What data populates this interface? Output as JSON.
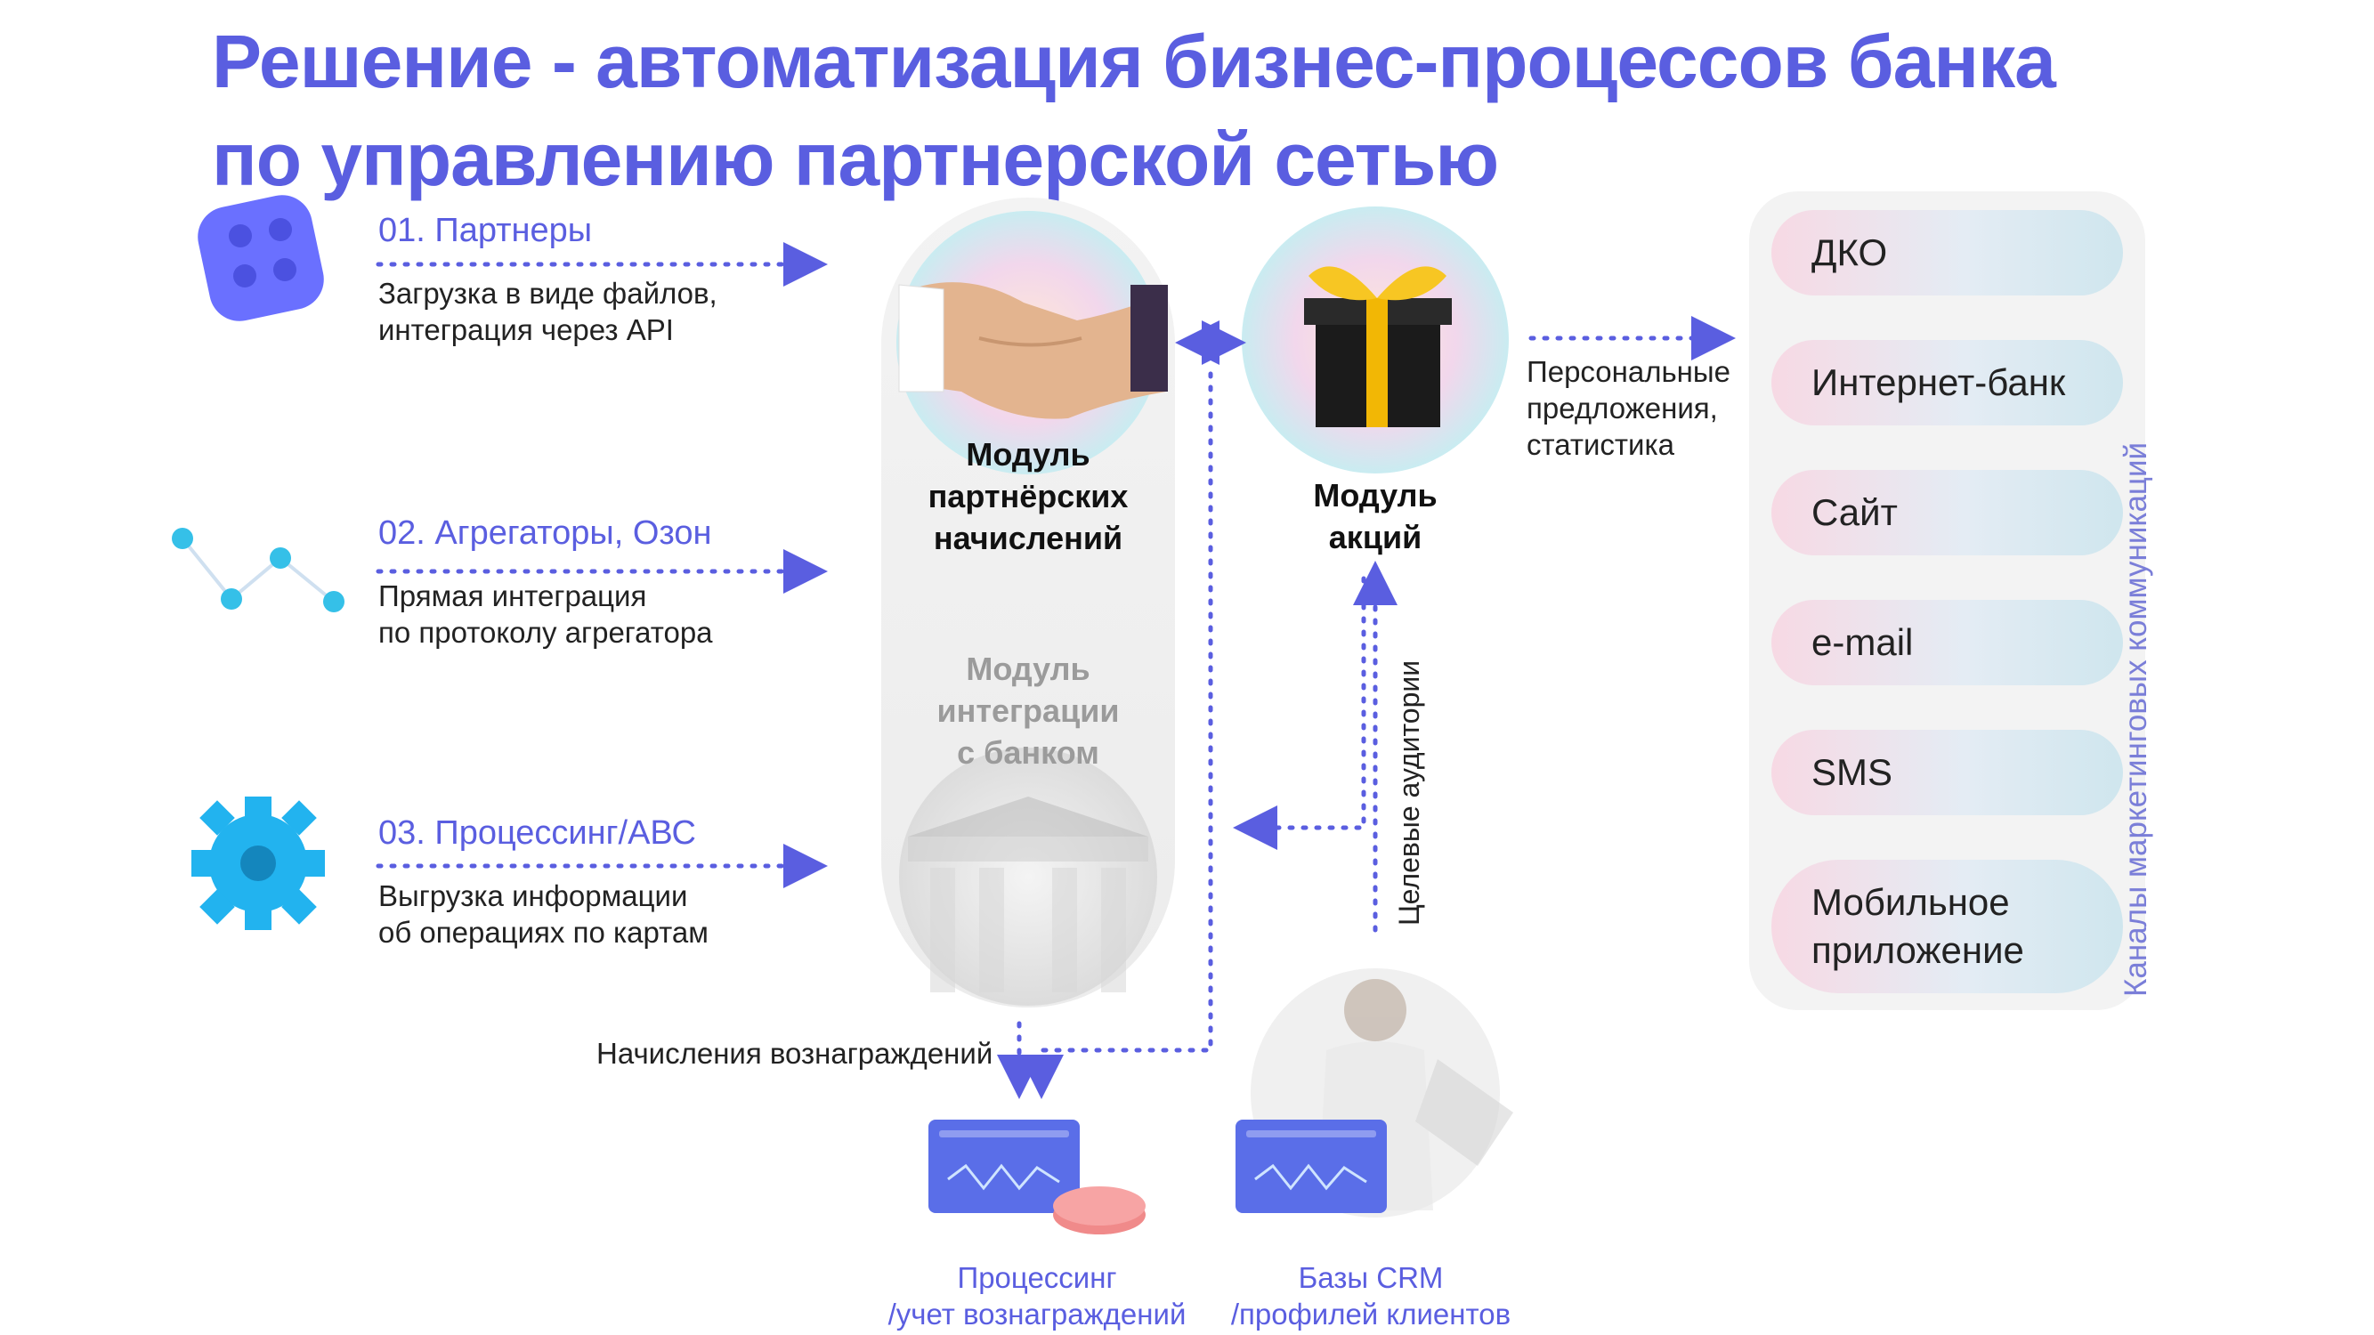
{
  "title": {
    "line1": "Решение - автоматизация бизнес-процессов банка",
    "line2": "по управлению партнерской сетью"
  },
  "sources": [
    {
      "title": "01. Партнеры",
      "desc1": "Загрузка в виде файлов,",
      "desc2": "интеграция через API",
      "icon": "cube-icon"
    },
    {
      "title": "02. Агрегаторы, Озон",
      "desc1": "Прямая интеграция",
      "desc2": "по протоколу агрегатора",
      "icon": "nodes-icon"
    },
    {
      "title": "03. Процессинг/АВС",
      "desc1": "Выгрузка информации",
      "desc2": "об операциях по картам",
      "icon": "gear-icon"
    }
  ],
  "modules": {
    "partner": {
      "line1": "Модуль",
      "line2": "партнёрских",
      "line3": "начислений",
      "image": "handshake-image"
    },
    "integration": {
      "line1": "Модуль",
      "line2": "интеграции",
      "line3": "с банком",
      "image": "bank-building-image"
    },
    "promo": {
      "line1": "Модуль",
      "line2": "акций",
      "image": "gift-box-image"
    }
  },
  "offers": {
    "line1": "Персональные",
    "line2": "предложения,",
    "line3": "статистика"
  },
  "target_audiences": "Целевые аудитории",
  "rewards_label": "Начисления вознаграждений",
  "bottom": {
    "processing": {
      "line1": "Процессинг",
      "line2": "/учет вознаграждений"
    },
    "crm": {
      "line1": "Базы CRM",
      "line2": "/профилей клиентов"
    }
  },
  "channels": [
    "ДКО",
    "Интернет-банк",
    "Сайт",
    "e-mail",
    "SMS",
    "Мобильное",
    "приложение"
  ],
  "channels_caption": "Каналы маркетинговых коммуникаций",
  "colors": {
    "accent": "#5a5ee0",
    "arrow": "#5a5ee0",
    "muted": "#9b9b9b"
  }
}
